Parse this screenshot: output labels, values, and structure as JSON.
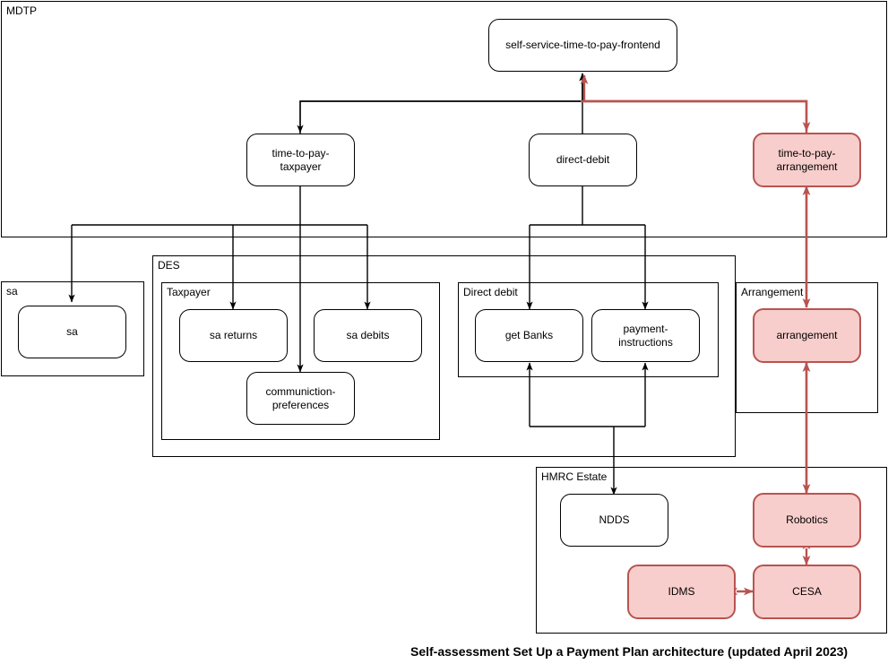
{
  "diagram": {
    "caption": "Self-assessment Set Up a Payment Plan architecture (updated April 2023)",
    "colors": {
      "highlight_fill": "#f8cecc",
      "highlight_stroke": "#b85450",
      "default_stroke": "#000000",
      "default_fill": "#ffffff",
      "background": "#ffffff"
    },
    "groups": [
      {
        "id": "mdtp",
        "label": "MDTP"
      },
      {
        "id": "sa",
        "label": "sa"
      },
      {
        "id": "des",
        "label": "DES"
      },
      {
        "id": "taxpayer",
        "label": "Taxpayer"
      },
      {
        "id": "direct-debit",
        "label": "Direct debit"
      },
      {
        "id": "arrangement",
        "label": "Arrangement"
      },
      {
        "id": "hmrc-estate",
        "label": "HMRC Estate"
      }
    ],
    "nodes": [
      {
        "id": "frontend",
        "label": "self-service-time-to-pay-frontend",
        "highlight": false
      },
      {
        "id": "ttp-taxpayer",
        "label": "time-to-pay-taxpayer",
        "highlight": false
      },
      {
        "id": "direct-debit-svc",
        "label": "direct-debit",
        "highlight": false
      },
      {
        "id": "ttp-arrangement",
        "label": "time-to-pay-arrangement",
        "highlight": true
      },
      {
        "id": "sa-node",
        "label": "sa",
        "highlight": false
      },
      {
        "id": "sa-returns",
        "label": "sa returns",
        "highlight": false
      },
      {
        "id": "sa-debits",
        "label": "sa debits",
        "highlight": false
      },
      {
        "id": "comm-prefs",
        "label": "communiction-preferences",
        "highlight": false
      },
      {
        "id": "get-banks",
        "label": "get Banks",
        "highlight": false
      },
      {
        "id": "payment-instructions",
        "label": "payment-instructions",
        "highlight": false
      },
      {
        "id": "arrangement-node",
        "label": "arrangement",
        "highlight": true
      },
      {
        "id": "ndds",
        "label": "NDDS",
        "highlight": false
      },
      {
        "id": "robotics",
        "label": "Robotics",
        "highlight": true
      },
      {
        "id": "idms",
        "label": "IDMS",
        "highlight": true
      },
      {
        "id": "cesa",
        "label": "CESA",
        "highlight": true
      }
    ],
    "edges": [
      {
        "from": "ttp-taxpayer",
        "to": "frontend",
        "style": "black",
        "direction": "one-way"
      },
      {
        "from": "direct-debit-svc",
        "to": "frontend",
        "style": "black",
        "direction": "one-way"
      },
      {
        "from": "ttp-arrangement",
        "to": "frontend",
        "style": "red",
        "direction": "one-way"
      },
      {
        "from": "frontend",
        "to": "ttp-taxpayer",
        "style": "black",
        "direction": "one-way"
      },
      {
        "from": "frontend",
        "to": "direct-debit-svc",
        "style": "black",
        "direction": "one-way"
      },
      {
        "from": "frontend",
        "to": "ttp-arrangement",
        "style": "red",
        "direction": "one-way"
      },
      {
        "from": "ttp-taxpayer",
        "to": "sa-node",
        "style": "black",
        "direction": "one-way"
      },
      {
        "from": "ttp-taxpayer",
        "to": "sa-returns",
        "style": "black",
        "direction": "one-way"
      },
      {
        "from": "ttp-taxpayer",
        "to": "comm-prefs",
        "style": "black",
        "direction": "one-way"
      },
      {
        "from": "ttp-taxpayer",
        "to": "sa-debits",
        "style": "black",
        "direction": "one-way"
      },
      {
        "from": "direct-debit-svc",
        "to": "get-banks",
        "style": "black",
        "direction": "one-way"
      },
      {
        "from": "direct-debit-svc",
        "to": "payment-instructions",
        "style": "black",
        "direction": "one-way"
      },
      {
        "from": "get-banks",
        "to": "ndds",
        "style": "black",
        "direction": "one-way"
      },
      {
        "from": "payment-instructions",
        "to": "ndds",
        "style": "black",
        "direction": "one-way"
      },
      {
        "from": "ttp-arrangement",
        "to": "arrangement-node",
        "style": "red",
        "direction": "one-way"
      },
      {
        "from": "arrangement-node",
        "to": "robotics",
        "style": "red",
        "direction": "one-way"
      },
      {
        "from": "robotics",
        "to": "cesa",
        "style": "red",
        "direction": "two-way"
      },
      {
        "from": "idms",
        "to": "cesa",
        "style": "red",
        "direction": "two-way"
      }
    ]
  }
}
